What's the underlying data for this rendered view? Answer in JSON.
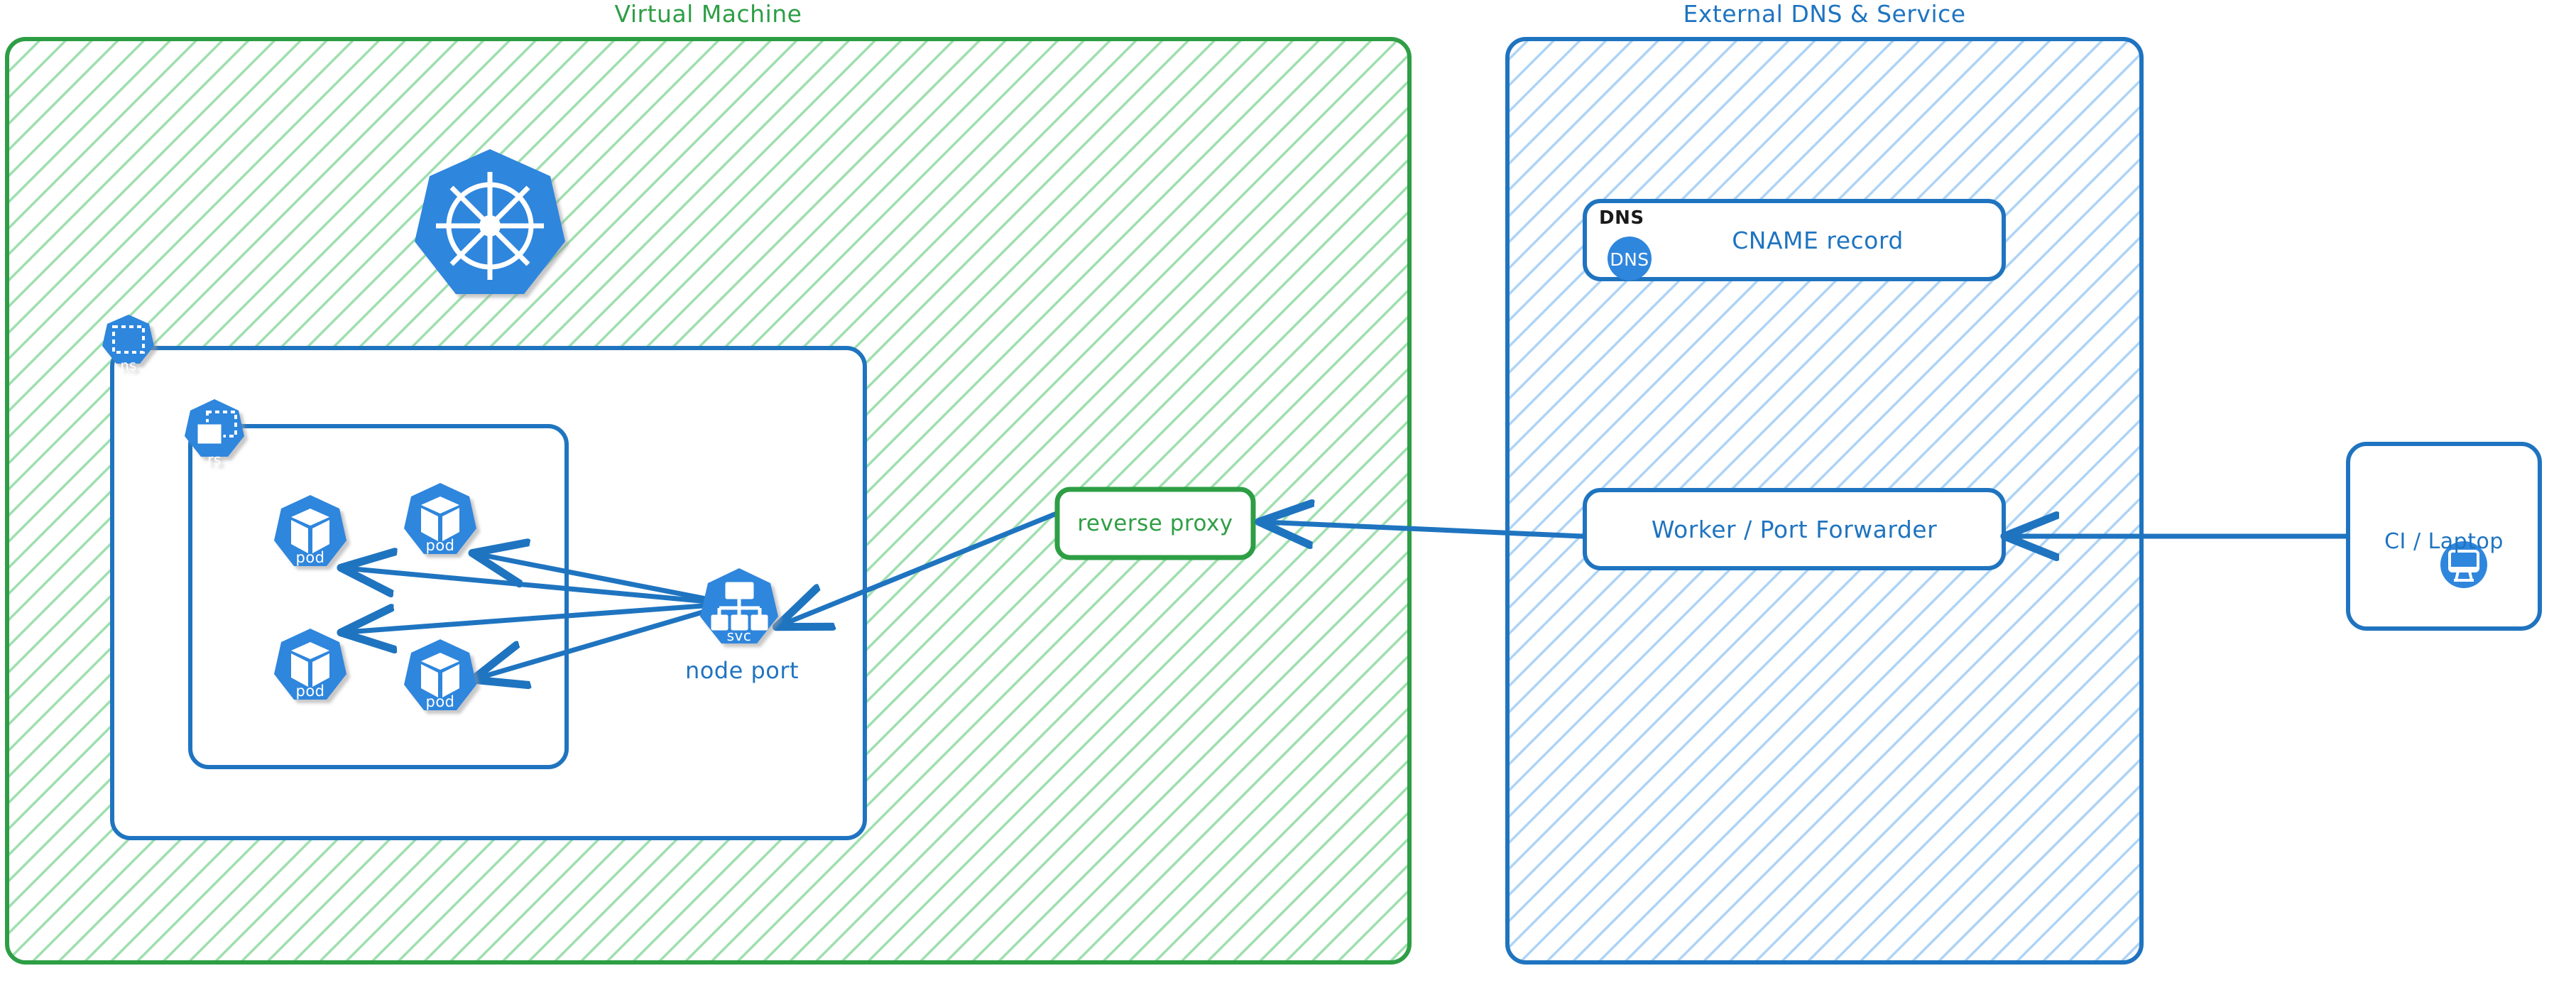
{
  "diagram": {
    "title_left": "Virtual Machine",
    "title_right": "External DNS & Service",
    "colors": {
      "green_stroke": "#2e9e45",
      "green_hatch": "#9fdfae",
      "green_text": "#2e9e45",
      "blue_stroke": "#1f74c0",
      "blue_hatch": "#aed4f5",
      "blue_text": "#1f74c0",
      "k8s_blue": "#2f86dd",
      "black_text": "#1a1a1a",
      "white": "#ffffff"
    }
  },
  "vm_zone": {
    "label": "Virtual Machine",
    "k8s_logo_name": "kubernetes-logo",
    "namespace": {
      "badge_label": "ns",
      "icon_name": "namespace-icon"
    },
    "replicaset": {
      "badge_label": "rs",
      "icon_name": "replicaset-icon"
    },
    "pods": [
      {
        "label": "pod",
        "icon_name": "pod-icon"
      },
      {
        "label": "pod",
        "icon_name": "pod-icon"
      },
      {
        "label": "pod",
        "icon_name": "pod-icon"
      },
      {
        "label": "pod",
        "icon_name": "pod-icon"
      }
    ],
    "service": {
      "badge_label": "svc",
      "icon_name": "service-icon",
      "caption": "node port"
    },
    "reverse_proxy": {
      "label": "reverse proxy"
    }
  },
  "external_zone": {
    "label": "External DNS & Service",
    "dns_card": {
      "kind_label": "DNS",
      "badge_text": "DNS",
      "title": "CNAME record"
    },
    "worker_card": {
      "title": "Worker / Port Forwarder"
    }
  },
  "client": {
    "label": "CI / Laptop",
    "icon_name": "desktop-monitor-icon"
  },
  "flows": [
    {
      "from": "ci-laptop",
      "to": "worker-port-forwarder"
    },
    {
      "from": "worker-port-forwarder",
      "to": "reverse-proxy"
    },
    {
      "from": "reverse-proxy",
      "to": "service-node-port"
    },
    {
      "from": "service-node-port",
      "to": "pod-1"
    },
    {
      "from": "service-node-port",
      "to": "pod-2"
    },
    {
      "from": "service-node-port",
      "to": "pod-3"
    },
    {
      "from": "service-node-port",
      "to": "pod-4"
    }
  ]
}
